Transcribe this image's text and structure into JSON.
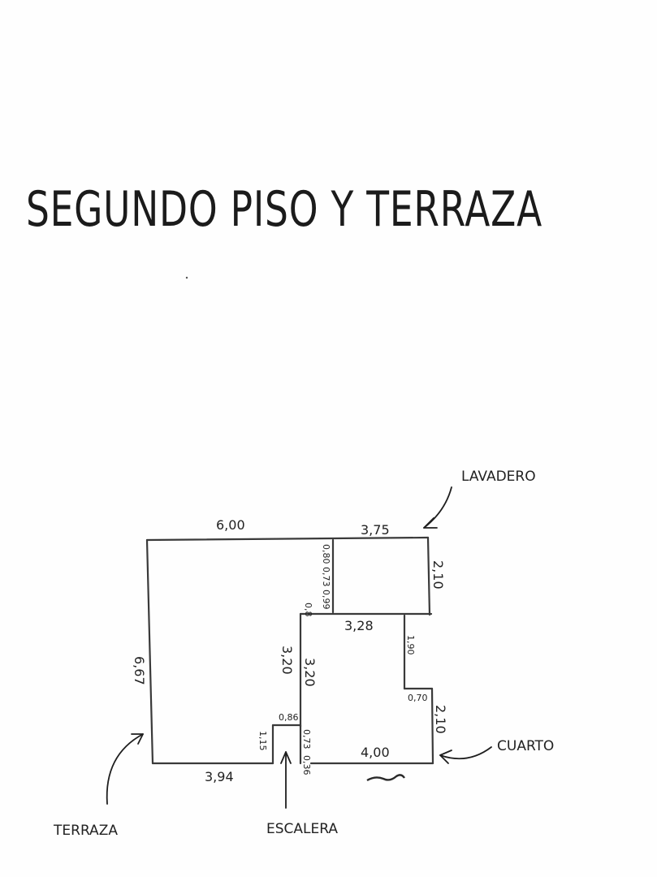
{
  "title": "SEGUNDO PISO Y TERRAZA",
  "labels": {
    "lavadero": "LAVADERO",
    "terraza": "TERRAZA",
    "escalera": "ESCALERA",
    "cuarto": "CUARTO"
  },
  "dimensions": {
    "top_left": "6,00",
    "top_right": "3,75",
    "lavadero_side": "2,10",
    "lavadero_inner": "0,80 0,73 0,99",
    "lavadero_inner_small": "0,8",
    "mid_horizontal": "3,28",
    "right_step": "1,90",
    "left_outer": "6,67",
    "inner_left_a": "3,20",
    "inner_left_b": "3,20",
    "bottom_left": "3,94",
    "bottom_right": "4,00",
    "step_small": "0,70",
    "right_lower": "2,10",
    "stair_width": "0,86",
    "stair_side": "1,15",
    "stair_mid": "0,73",
    "stair_bottom": "0,36"
  }
}
